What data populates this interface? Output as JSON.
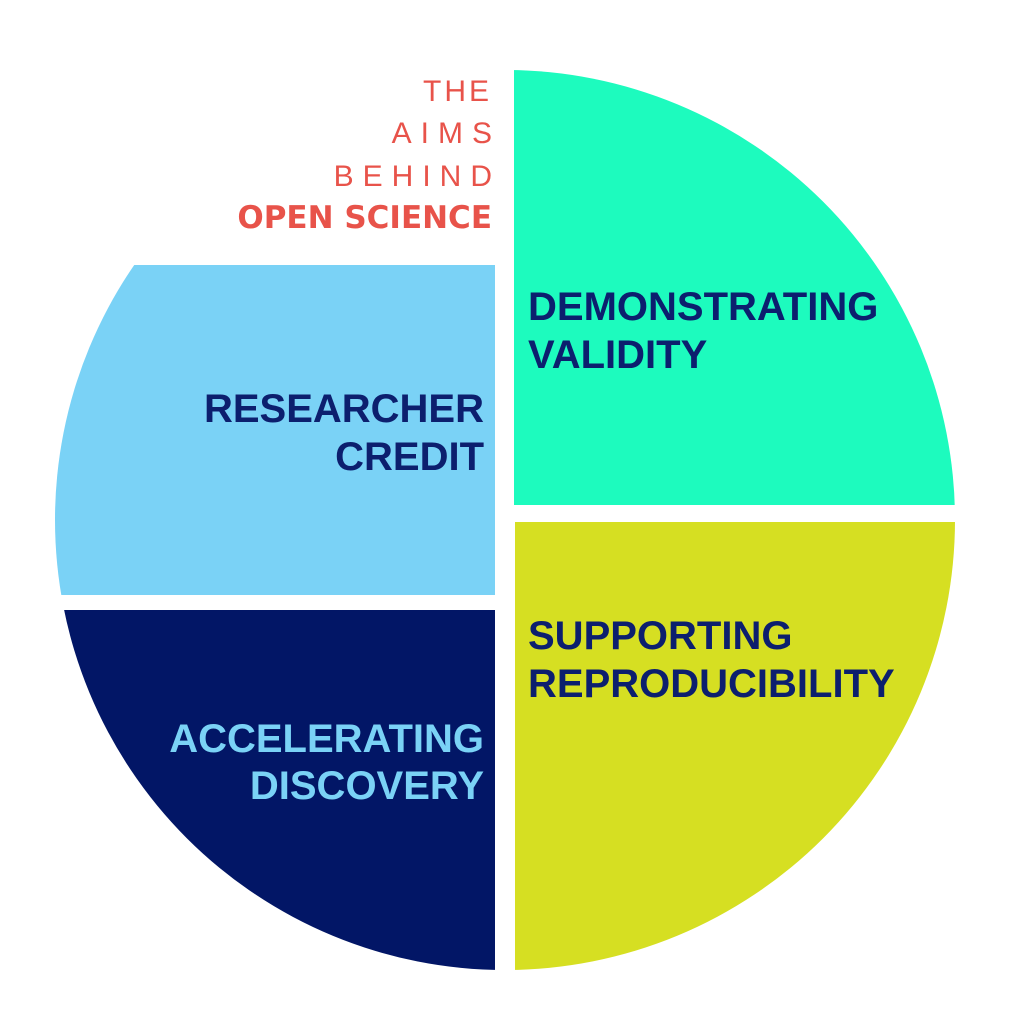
{
  "title": {
    "line1": "THE",
    "line2": "AIMS",
    "line3": "BEHIND",
    "line4": "OPEN SCIENCE",
    "color": "#E8534A"
  },
  "segments": [
    {
      "id": "demonstrating-validity",
      "position": "top-right",
      "line1": "DEMONSTRATING",
      "line2": "VALIDITY",
      "fill": "#1DFBBE",
      "text_color": "#0C1F6E"
    },
    {
      "id": "supporting-reproducibility",
      "position": "bottom-right",
      "line1": "SUPPORTING",
      "line2": "REPRODUCIBILITY",
      "fill": "#D6DF22",
      "text_color": "#0C1F6E"
    },
    {
      "id": "researcher-credit",
      "position": "middle-left",
      "line1": "RESEARCHER",
      "line2": "CREDIT",
      "fill": "#7AD2F6",
      "text_color": "#0C1F6E"
    },
    {
      "id": "accelerating-discovery",
      "position": "bottom-left",
      "line1": "ACCELERATING",
      "line2": "DISCOVERY",
      "fill": "#021666",
      "text_color": "#7AD2F6"
    }
  ]
}
